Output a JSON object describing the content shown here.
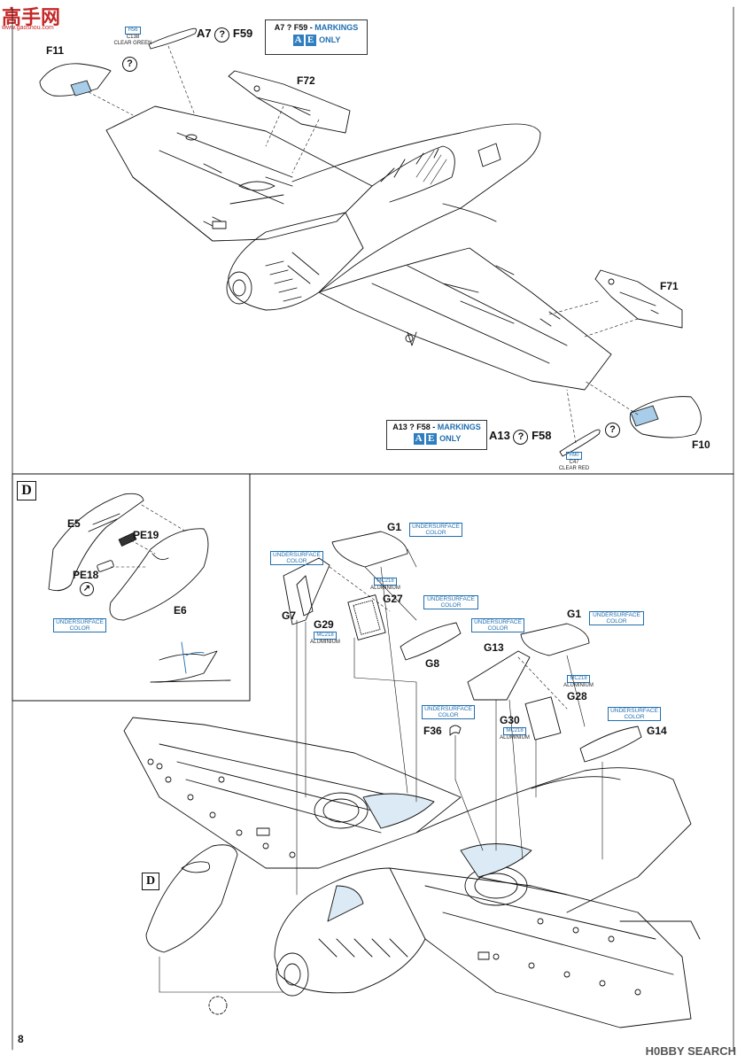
{
  "watermark_top": {
    "site_logo": "高手网",
    "url": "www.gaoshou.com"
  },
  "watermark_bottom": "H0BBY SEARCH",
  "page_number": "8",
  "step_label": "D",
  "upper": {
    "parts": {
      "F11": "F11",
      "F72": "F72",
      "F71": "F71",
      "F10": "F10"
    },
    "opt_A7": {
      "part": "A7",
      "alt": "F59",
      "q": "?"
    },
    "opt_A13": {
      "part": "A13",
      "alt": "F58",
      "q": "?"
    },
    "q_mark": "?",
    "paint_top": {
      "code": "H56",
      "sub": "C138",
      "name": "CLEAR GREEN"
    },
    "paint_bottom": {
      "code": "H90",
      "sub": "C47",
      "name": "CLEAR RED"
    },
    "marking_top": {
      "title": "A7 ? F59 - ",
      "kw": "MARKINGS",
      "a": "A",
      "e": "E",
      "only": "ONLY"
    },
    "marking_bottom": {
      "title": "A13 ? F58 - ",
      "kw": "MARKINGS",
      "a": "A",
      "e": "E",
      "only": "ONLY"
    }
  },
  "inset_d": {
    "parts": {
      "E5": "E5",
      "PE19": "PE19",
      "PE18": "PE18",
      "E6": "E6"
    },
    "note": "UNDERSURFACE COLOR"
  },
  "lower": {
    "parts": {
      "G1a": "G1",
      "G1b": "G1",
      "G7": "G7",
      "G27": "G27",
      "G29": "G29",
      "G8": "G8",
      "G13": "G13",
      "G28": "G28",
      "G30": "G30",
      "G14": "G14",
      "F36": "F36"
    },
    "note": "UNDERSURFACE COLOR",
    "alu": {
      "code": "MC218",
      "name": "ALUMINIUM"
    },
    "d_ref": "D"
  }
}
